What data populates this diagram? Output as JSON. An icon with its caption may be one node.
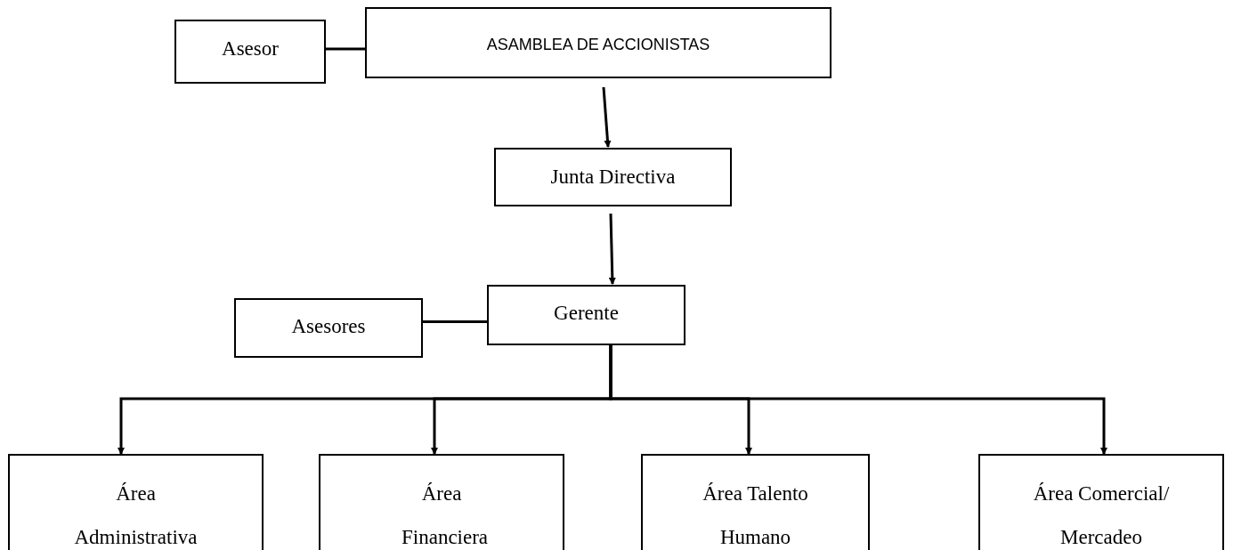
{
  "diagram": {
    "nodes": [
      {
        "text": [
          "Asesor"
        ]
      },
      {
        "text": [
          "ASAMBLEA DE ACCIONISTAS"
        ]
      },
      {
        "text": [
          "Junta Directiva"
        ]
      },
      {
        "text": [
          "Asesores"
        ]
      },
      {
        "text": [
          "Gerente"
        ]
      },
      {
        "text": [
          "Área Administrativa"
        ]
      },
      {
        "text": [
          "Área Financiera"
        ]
      },
      {
        "text": [
          "Área Talento Humano"
        ]
      },
      {
        "text": [
          "Área Comercial/ Mercadeo"
        ]
      }
    ],
    "edges": [
      {
        "from": 0,
        "to": 1,
        "arrow": "none"
      },
      {
        "from": 1,
        "to": 2,
        "arrow": "to"
      },
      {
        "from": 2,
        "to": 4,
        "arrow": "to"
      },
      {
        "from": 3,
        "to": 4,
        "arrow": "none"
      },
      {
        "from": 4,
        "to": 5,
        "arrow": "to"
      },
      {
        "from": 4,
        "to": 6,
        "arrow": "to"
      },
      {
        "from": 4,
        "to": 7,
        "arrow": "to"
      },
      {
        "from": 4,
        "to": 8,
        "arrow": "to"
      }
    ]
  }
}
